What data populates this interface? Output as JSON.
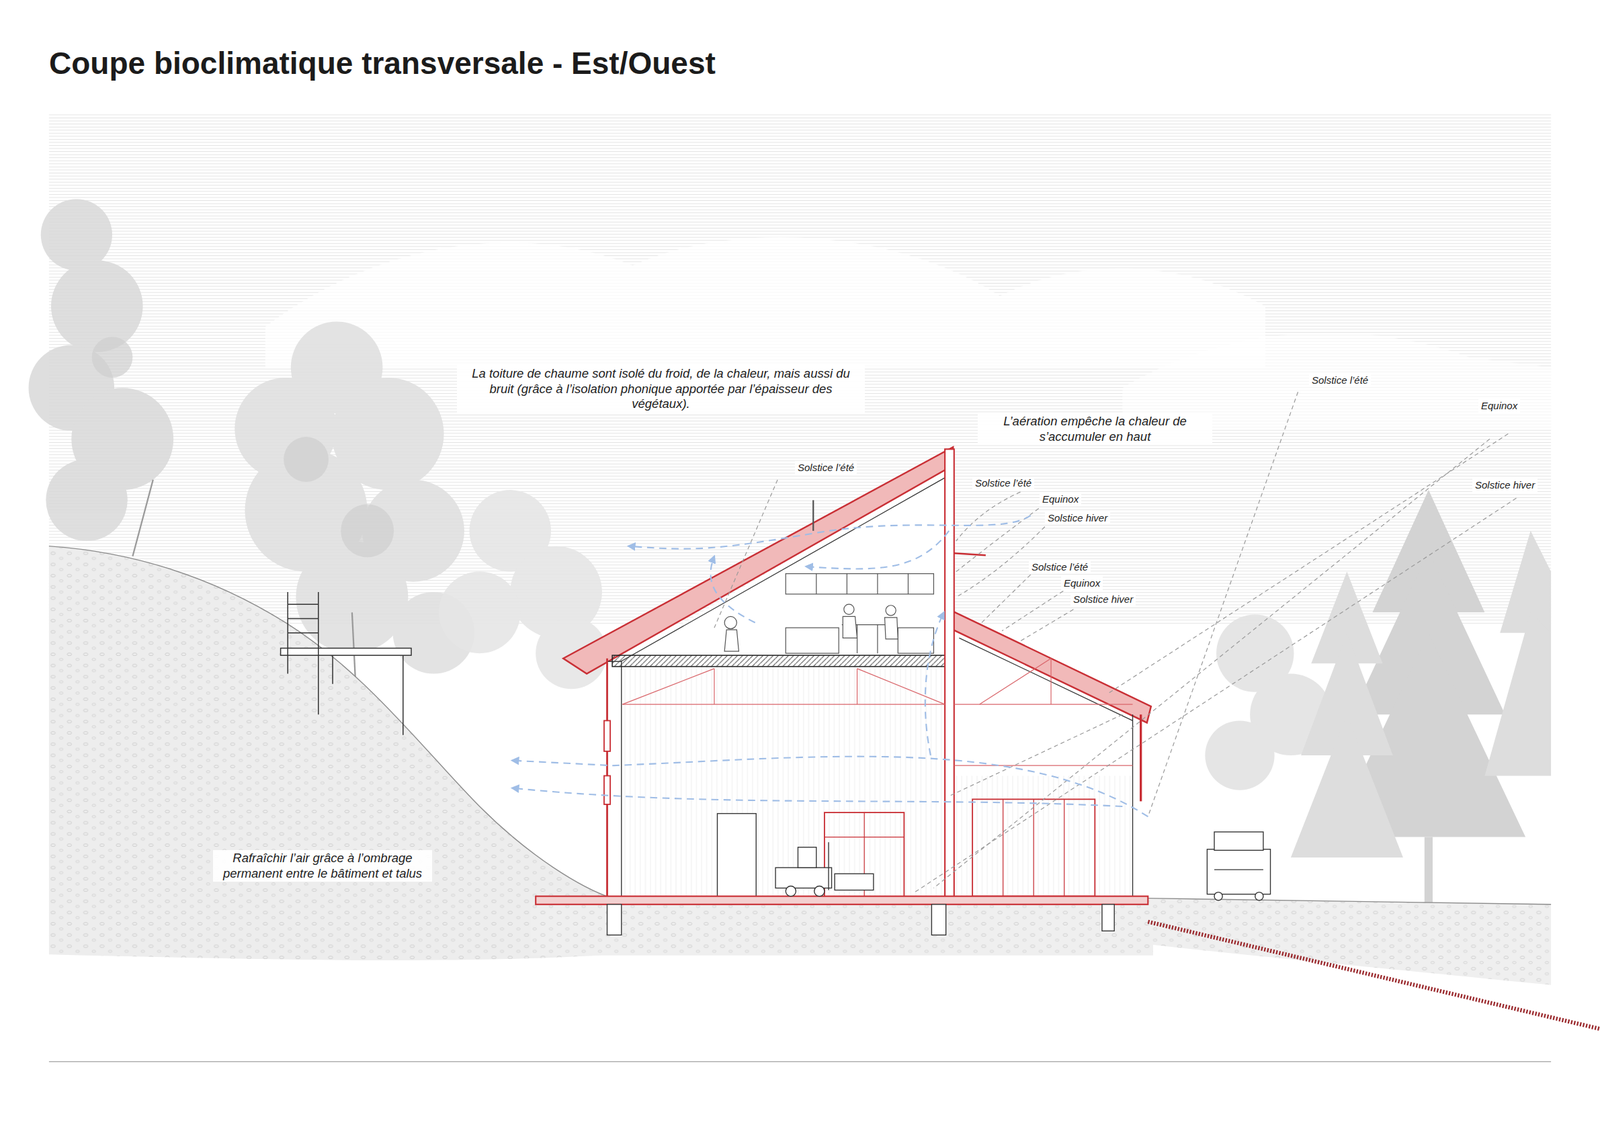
{
  "diagram": {
    "title": "Coupe bioclimatique transversale - Est/Ouest",
    "labels": [
      "La toiture de chaume sont isolé du froid, de la chaleur, mais aussi du bruit (grâce à l’isolation phonique apportée par l’épaisseur des végétaux).",
      "L’aération empêche la chaleur de s’accumuler en haut",
      "Solstice l’été",
      "Solstice l’été",
      "Equinox",
      "Solstice hiver",
      "Solstice l’été",
      "Equinox",
      "Solstice hiver",
      "Solstice l’été",
      "Equinox",
      "Solstice hiver",
      "Rafraîchir l’air grâce à l’ombrage permanent entre le bâtiment et talus"
    ]
  }
}
